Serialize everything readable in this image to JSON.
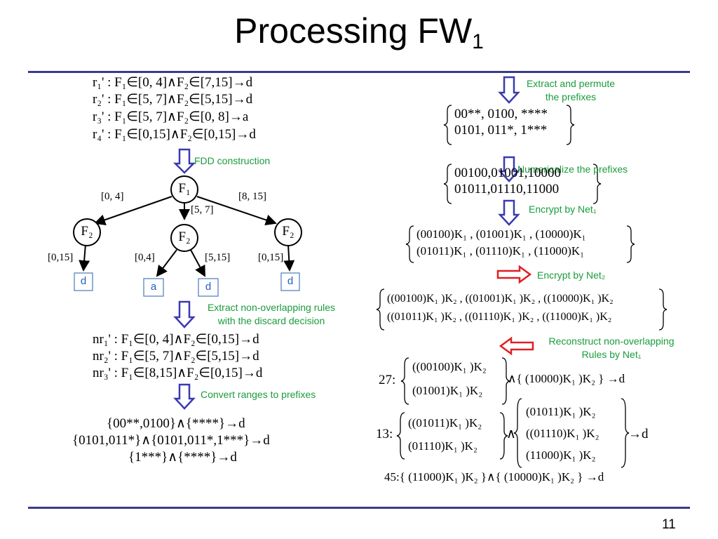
{
  "title": {
    "main": "Processing FW",
    "sub": "1"
  },
  "page_number": "11",
  "rules": [
    "r₁' : F₁∈[0,  4]∧F₂∈[7,15]→d",
    "r₂' : F₁∈[5,  7]∧F₂∈[5,15]→d",
    "r₃' : F₁∈[5,  7]∧F₂∈[0,  8]→a",
    "r₄' : F₁∈[0,15]∧F₂∈[0,15]→d"
  ],
  "notes": {
    "fdd": "FDD construction",
    "extract_1": "Extract non-overlapping rules",
    "extract_2": "with the discard decision",
    "convert": "Convert ranges to prefixes",
    "permute_1": "Extract and permute",
    "permute_2": "the prefixes",
    "numericalize": "Numericalize the prefixes",
    "encrypt1": "Encrypt by Net₁",
    "encrypt2": "Encrypt by Net₂",
    "reconstruct_1": "Reconstruct non-overlapping",
    "reconstruct_2": "Rules by Net₁"
  },
  "tree": {
    "root": "F₁",
    "left": "F₂",
    "middle": "F₂",
    "right": "F₂",
    "edge_left": "[0, 4]",
    "edge_middle": "[5, 7]",
    "edge_right": "[8, 15]",
    "edge_ll": "[0,15]",
    "edge_ml": "[0,4]",
    "edge_mr": "[5,15]",
    "edge_rr": "[0,15]",
    "leaf_l": "d",
    "leaf_ml": "a",
    "leaf_mr": "d",
    "leaf_r": "d"
  },
  "nonoverlap_rules": [
    "nr₁' : F₁∈[0,  4]∧F₂∈[0,15]→d",
    "nr₂' : F₁∈[5,  7]∧F₂∈[5,15]→d",
    "nr₃' : F₁∈[8,15]∧F₂∈[0,15]→d"
  ],
  "prefix_rules": [
    "{00**,0100}∧{****}→d",
    "{0101,011*}∧{0101,011*,1***}→d",
    "{1***}∧{****}→d"
  ],
  "prefix_sets": [
    "00**, 0100, ****",
    "0101, 011*, 1***"
  ],
  "numeric_sets": [
    "00100,01001,10000",
    "01011,01110,11000"
  ],
  "enc1": [
    "(00100)K₁ , (01001)K₁ , (10000)K₁",
    "(01011)K₁ , (01110)K₁ , (11000)K₁"
  ],
  "enc2": [
    "((00100)K₁ )K₂ , ((01001)K₁ )K₂ , ((10000)K₁ )K₂",
    "((01011)K₁ )K₂ , ((01110)K₁ )K₂ , ((11000)K₁ )K₂"
  ],
  "final": {
    "r27_label": "27:",
    "r27_left": [
      "((00100)K₁ )K₂",
      "(01001)K₁ )K₂"
    ],
    "r27_right": "∧{ (10000)K₁ )K₂ } →d",
    "r13_label": "13:",
    "r13_left": [
      "((01011)K₁ )K₂",
      "(01110)K₁ )K₂"
    ],
    "r13_mid": "∧",
    "r13_right": [
      "(01011)K₁ )K₂",
      "((01110)K₁ )K₂",
      "(11000)K₁ )K₂"
    ],
    "r13_tail": "→d",
    "r45": "45:{ (11000)K₁ )K₂ }∧{ (10000)K₁ )K₂ } →d"
  },
  "colors": {
    "rule_line": "#3a3a8c",
    "note": "#1a9c3c",
    "down_arrow": "#3a3ab0",
    "red_arrow": "#e02020",
    "leaf_box": "#4a7ab8",
    "leaf_text": "#2060c0"
  }
}
